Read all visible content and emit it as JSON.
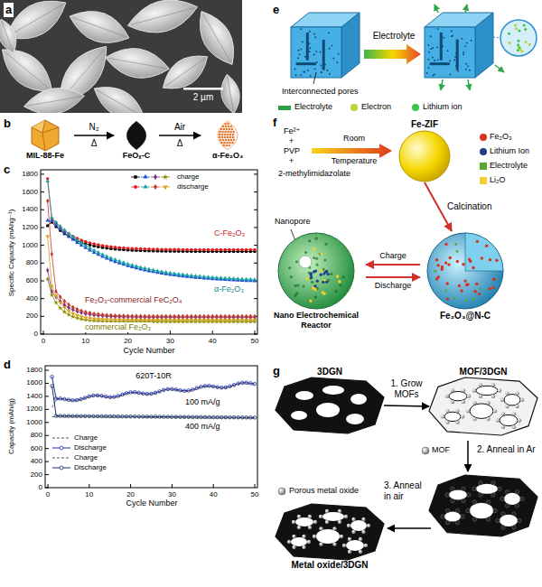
{
  "diagram": {
    "nodes": [
      {
        "text": [
          "MIL-88-Fe"
        ]
      },
      {
        "text": [
          "FeOₓ-C"
        ]
      },
      {
        "text": [
          "α-Fe₂O₃"
        ]
      },
      {
        "text": [
          "Fe-ZIF"
        ]
      },
      {
        "text": [
          "Nano Electrochemical Reactor"
        ]
      },
      {
        "text": [
          "Fe₂O₃@N-C"
        ]
      },
      {
        "text": [
          "3DGN"
        ]
      },
      {
        "text": [
          "MOF/3DGN"
        ]
      },
      {
        "text": [
          "Metal oxide/3DGN"
        ]
      }
    ],
    "edges": [
      {
        "from": 0,
        "to": 1,
        "arrow": "to",
        "label": "N₂"
      },
      {
        "from": 1,
        "to": 2,
        "arrow": "to",
        "label": "Air"
      },
      {
        "from": 3,
        "to": 5,
        "arrow": "to",
        "label": "Calcination"
      },
      {
        "from": 5,
        "to": 4,
        "arrow": "to",
        "label": "Charge"
      },
      {
        "from": 4,
        "to": 5,
        "arrow": "to",
        "label": "Discharge"
      },
      {
        "from": 6,
        "to": 7,
        "arrow": "to",
        "label": "1. Grow MOFs"
      }
    ],
    "labels": [
      "a",
      "2 µm",
      "b",
      "Δ",
      "Δ",
      "c",
      "Specific Capacity (mAhg⁻¹)",
      "0",
      "200",
      "400",
      "600",
      "800",
      "1000",
      "1200",
      "1400",
      "1600",
      "1800",
      "0",
      "10",
      "20",
      "30",
      "40",
      "50",
      "Cycle Number",
      "C-Fe₂O₃",
      "α-Fe₂O₃",
      "Fe₂O₃-commercial FeC₂O₄",
      "commercial Fe₂O₃",
      "d",
      "Capacity (mAh/g)",
      "0",
      "200",
      "400",
      "600",
      "800",
      "1000",
      "1200",
      "1400",
      "1600",
      "1800",
      "0",
      "10",
      "20",
      "30",
      "40",
      "50",
      "Cycle Number",
      "620T-10R",
      "100 mA/g",
      "400 mA/g",
      "e",
      "Electrolyte",
      "Interconnected pores",
      "f",
      "Fe²⁺",
      "+",
      "PVP",
      "+",
      "2-methylimidazolate",
      "Room",
      "Temperature",
      "Nanopore",
      "g",
      "MOF",
      "2. Anneal in Ar",
      "3. Anneal in air",
      "Porous metal oxide"
    ],
    "legend": [
      {
        "text": "charge"
      },
      {
        "text": "discharge"
      },
      {
        "text": "Charge"
      },
      {
        "text": "Discharge"
      },
      {
        "text": "Charge"
      },
      {
        "text": "Discharge"
      },
      {
        "text": "Electrolyte",
        "color": "#2e9e44"
      },
      {
        "text": "Electron",
        "color": "#b5d334"
      },
      {
        "text": "Lithium ion",
        "color": "#3cc24f"
      },
      {
        "text": "Fe₂O₃",
        "color": "#d7301f"
      },
      {
        "text": "Lithium Ion",
        "color": "#1f3c88"
      },
      {
        "text": "Electrolyte",
        "color": "#5aa832"
      },
      {
        "text": "Li₂O",
        "color": "#f2d12e"
      }
    ]
  }
}
